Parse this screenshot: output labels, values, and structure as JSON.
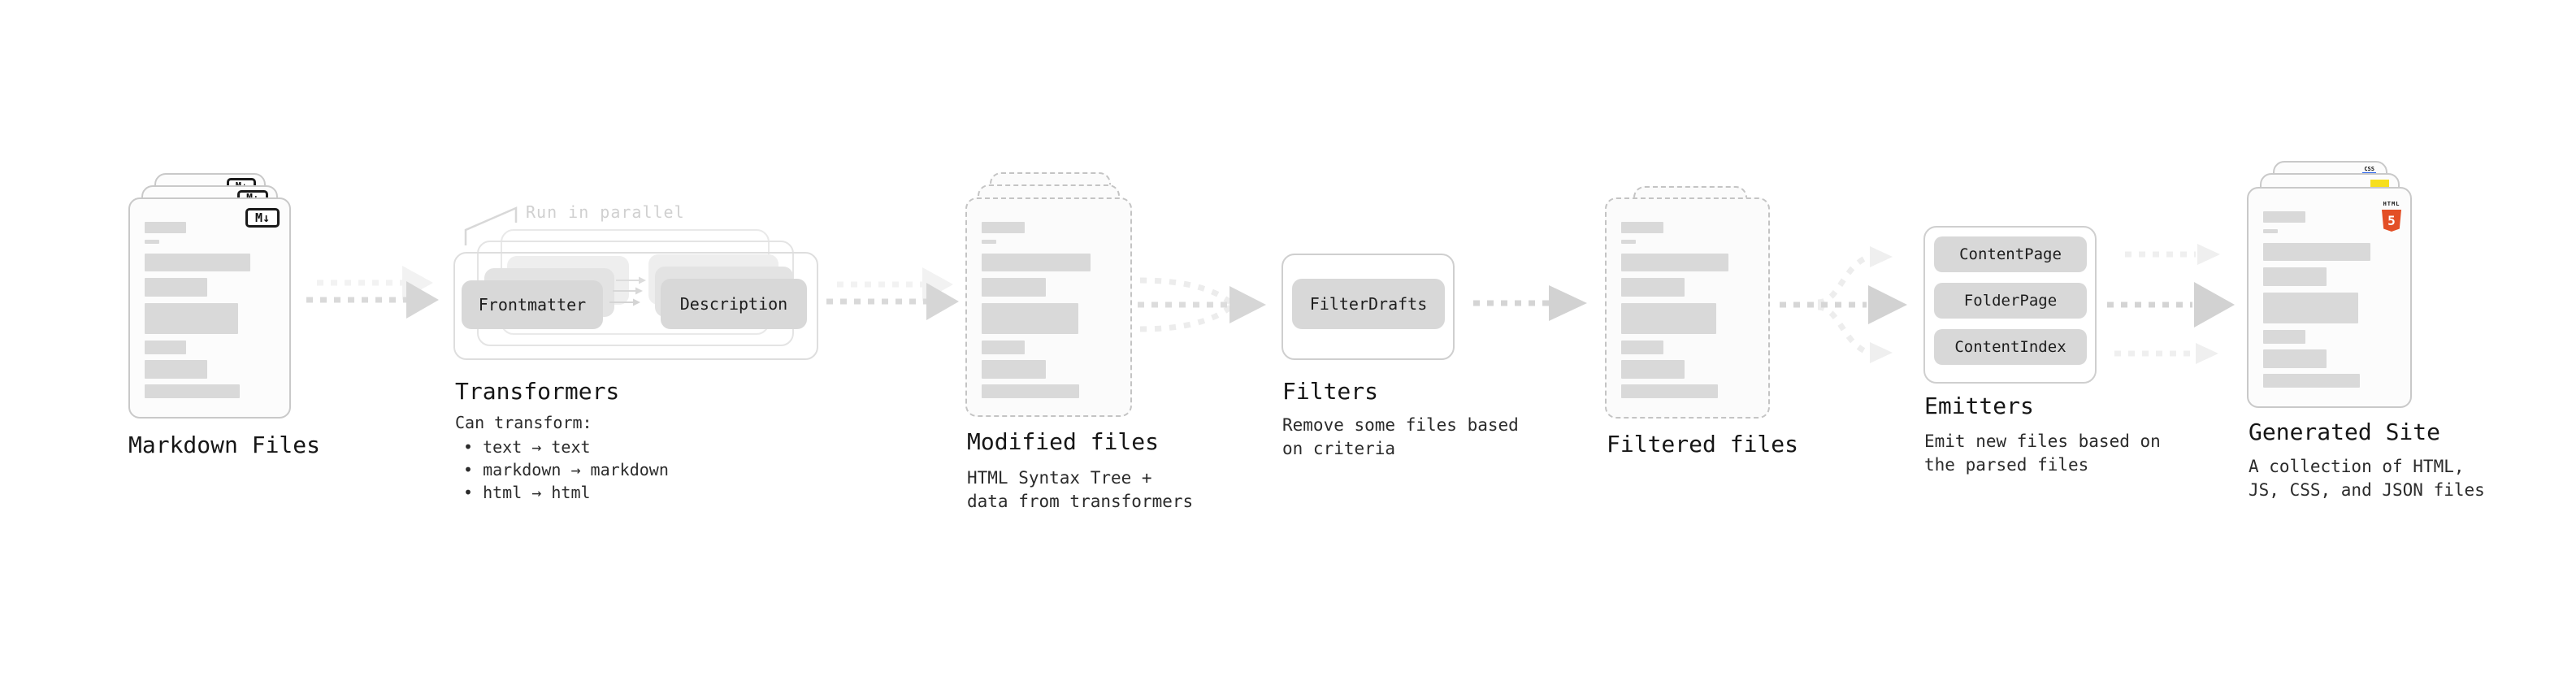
{
  "diagram": {
    "markdown_files": {
      "title": "Markdown Files",
      "md_badge": "M↓"
    },
    "transformers": {
      "annotation": "Run in parallel",
      "pill_frontmatter": "Frontmatter",
      "pill_description": "Description",
      "title": "Transformers",
      "desc_heading": "Can transform:",
      "bullets": [
        "• text → text",
        "• markdown → markdown",
        "• html → html"
      ]
    },
    "modified_files": {
      "title": "Modified files",
      "subtitle": "HTML Syntax Tree +\ndata from transformers"
    },
    "filters": {
      "pill": "FilterDrafts",
      "title": "Filters",
      "subtitle": "Remove some files based\non criteria"
    },
    "filtered_files": {
      "title": "Filtered files"
    },
    "emitters": {
      "pills": [
        "ContentPage",
        "FolderPage",
        "ContentIndex"
      ],
      "title": "Emitters",
      "subtitle": "Emit new files based on\nthe parsed files"
    },
    "generated_site": {
      "title": "Generated Site",
      "subtitle": "A collection of HTML,\nJS, CSS, and JSON files",
      "css_badge_label": "CSS",
      "html_badge_label": "HTML",
      "html_badge_number": "5"
    }
  },
  "colors": {
    "bar_gray": "#d9d9d9",
    "pill_gray": "#d8d8d8",
    "border_gray": "#c9c9c9",
    "dashed_border_gray": "#c4c4c4",
    "arrow_gray": "#d9d9d9",
    "arrow_head_gray": "#d4d4d4",
    "ghost_gray": "#f0f0f0",
    "annotation_gray": "#d0d0d0",
    "text_dark": "#161616",
    "html5_orange": "#e34f26",
    "js_yellow": "#f7df1e",
    "css_blue": "#2963ea"
  }
}
